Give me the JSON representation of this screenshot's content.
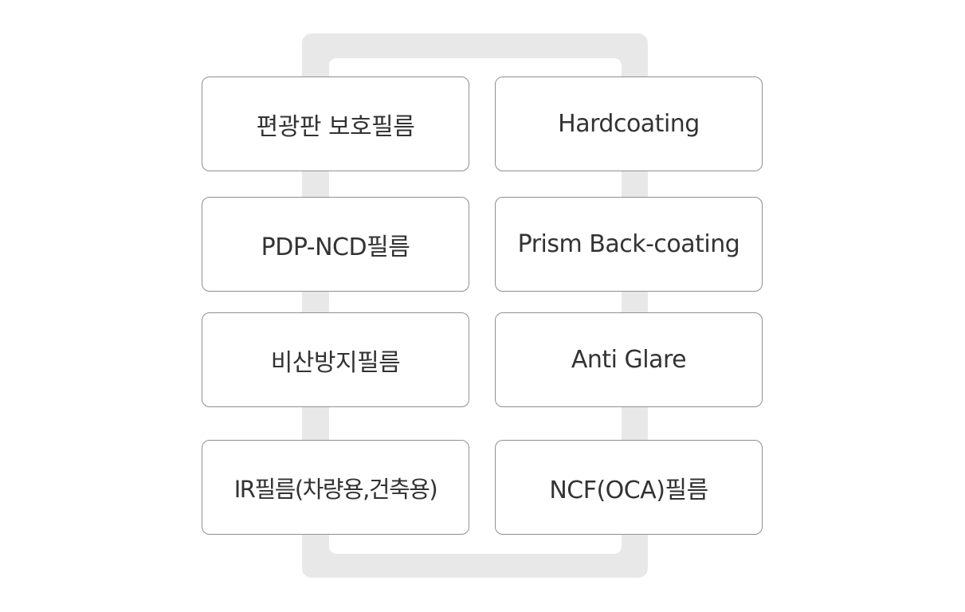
{
  "items_left": [
    {
      "label": "편광판 보호필름"
    },
    {
      "label": "PDP-NCD필름"
    },
    {
      "label": "비산방지필름"
    },
    {
      "label": "IR필름(차량용,건축용)"
    }
  ],
  "items_right": [
    {
      "label": "Hardcoating"
    },
    {
      "label": "Prism Back-coating"
    },
    {
      "label": "Anti Glare"
    },
    {
      "label": "NCF(OCA)필름"
    }
  ],
  "colors": {
    "frame": "#e8e8e8",
    "border": "#8f8f8f",
    "text": "#333333"
  }
}
